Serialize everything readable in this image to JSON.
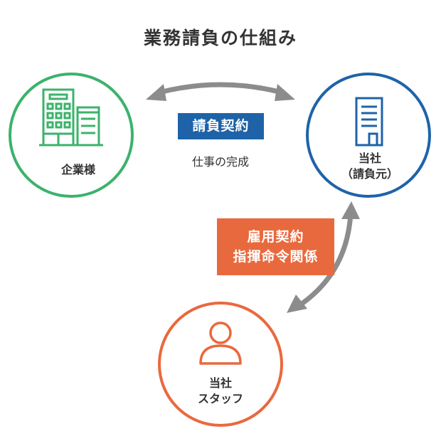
{
  "title": "業務請負の仕組み",
  "client": {
    "label": "企業様"
  },
  "company": {
    "line1": "当社",
    "line2": "（請負元）"
  },
  "staff": {
    "line1": "当社",
    "line2": "スタッフ"
  },
  "contract": {
    "label": "請負契約",
    "description": "仕事の完成"
  },
  "employment": {
    "line1": "雇用契約",
    "line2": "指揮命令関係"
  },
  "colors": {
    "green": "#3bb36b",
    "blue": "#1e63a8",
    "orange": "#e9693e",
    "arrow": "#8c8c8c",
    "text": "#333333"
  },
  "icons": {
    "client": "office-buildings-icon",
    "company": "building-icon",
    "staff": "person-icon"
  }
}
